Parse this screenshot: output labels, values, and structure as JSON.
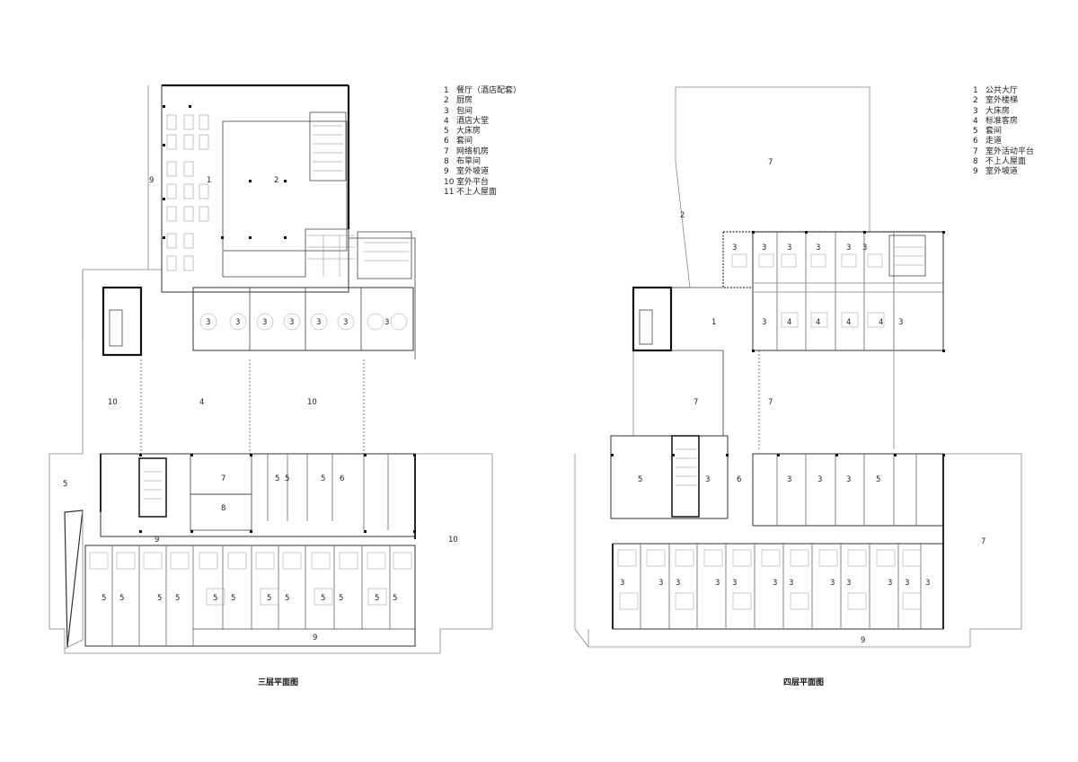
{
  "floor3": {
    "caption": "三层平面图",
    "legend": [
      {
        "num": "1",
        "label": "餐厅（酒店配套）"
      },
      {
        "num": "2",
        "label": "厨房"
      },
      {
        "num": "3",
        "label": "包间"
      },
      {
        "num": "4",
        "label": "酒店大堂"
      },
      {
        "num": "5",
        "label": "大床房"
      },
      {
        "num": "6",
        "label": "套间"
      },
      {
        "num": "7",
        "label": "网络机房"
      },
      {
        "num": "8",
        "label": "布草间"
      },
      {
        "num": "9",
        "label": "室外坡道"
      },
      {
        "num": "10",
        "label": "室外平台"
      },
      {
        "num": "11",
        "label": "不上人屋面"
      }
    ]
  },
  "floor4": {
    "caption": "四层平面图",
    "legend": [
      {
        "num": "1",
        "label": "公共大厅"
      },
      {
        "num": "2",
        "label": "室外楼梯"
      },
      {
        "num": "3",
        "label": "大床房"
      },
      {
        "num": "4",
        "label": "标准客房"
      },
      {
        "num": "5",
        "label": "套间"
      },
      {
        "num": "6",
        "label": "走道"
      },
      {
        "num": "7",
        "label": "室外活动平台"
      },
      {
        "num": "8",
        "label": "不上人屋面"
      },
      {
        "num": "9",
        "label": "室外坡道"
      }
    ]
  },
  "colors": {
    "wall": "#1a1a1a",
    "line": "#555555",
    "thin": "#9a9a9a",
    "background": "#ffffff"
  }
}
